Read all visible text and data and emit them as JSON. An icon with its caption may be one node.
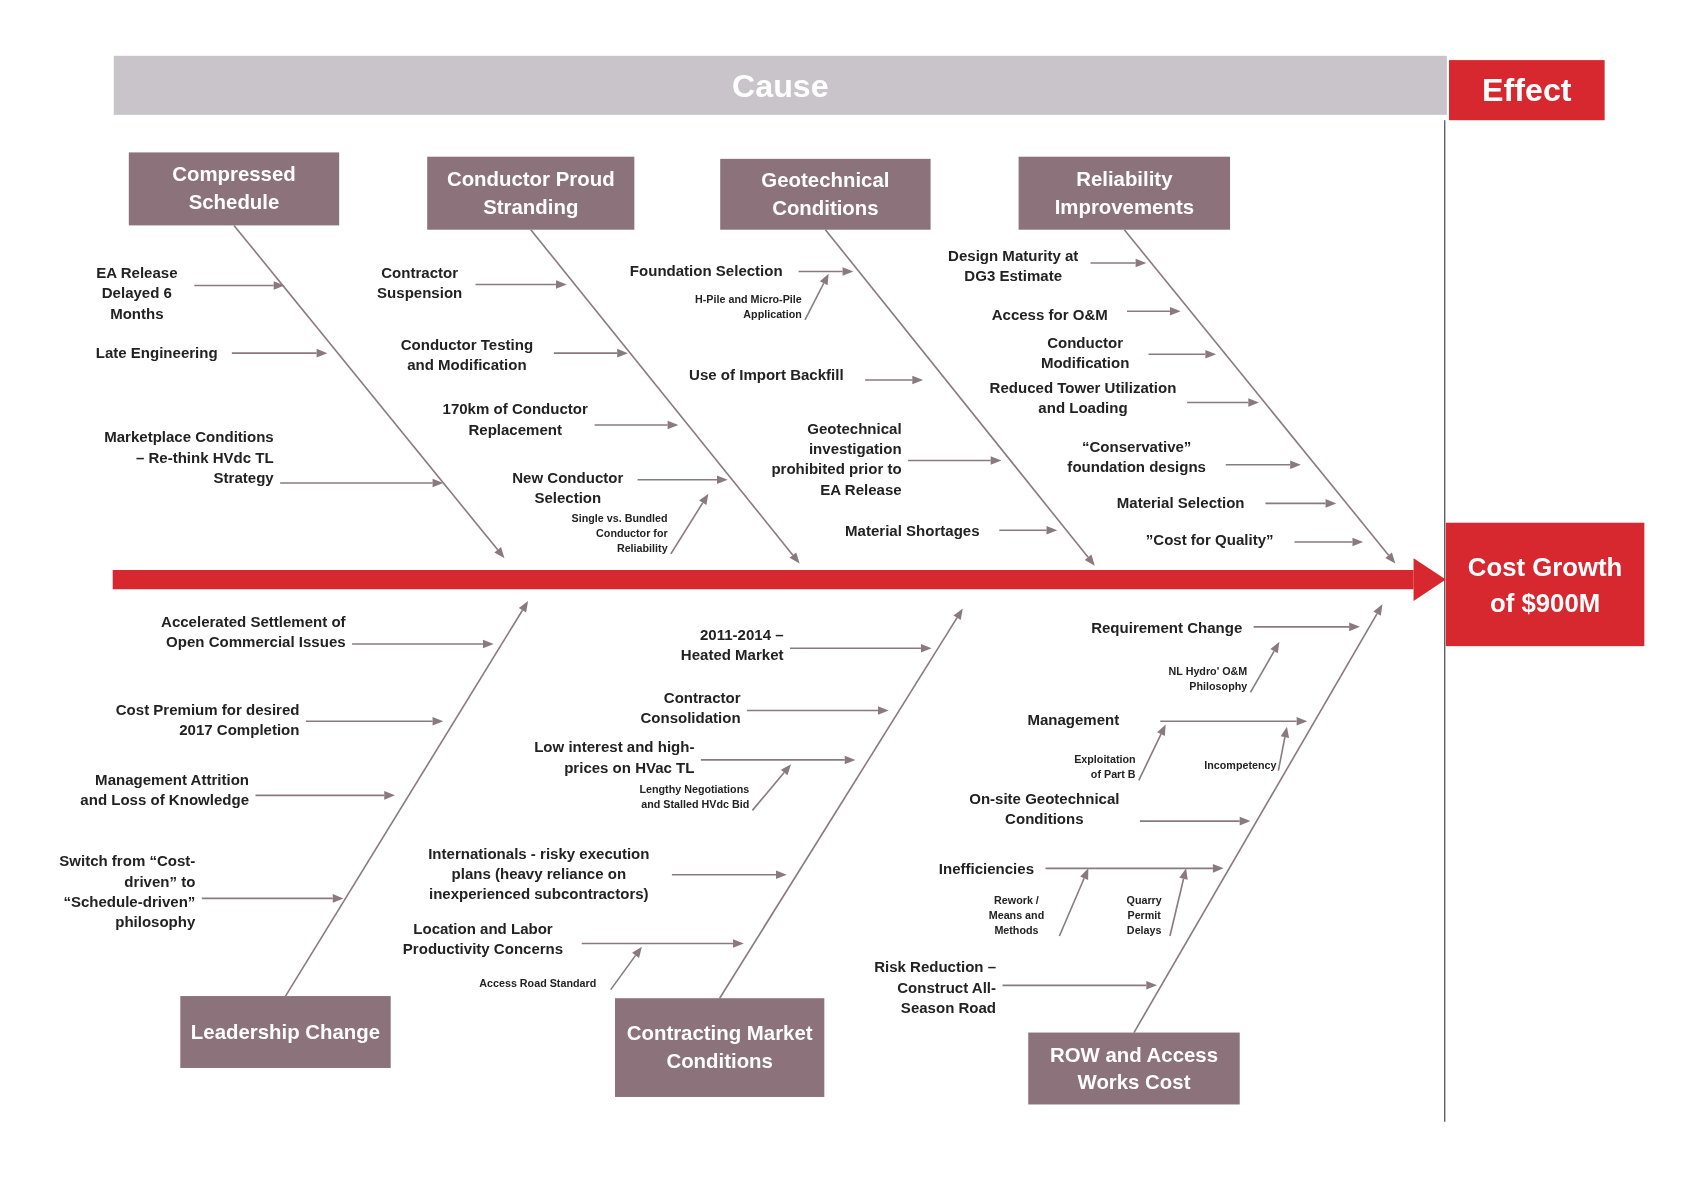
{
  "diagram": {
    "nodes": [
      {
        "text": [
          "Cause"
        ]
      },
      {
        "text": [
          "Effect"
        ]
      },
      {
        "text": [
          "Cost Growth of $900M"
        ]
      },
      {
        "text": [
          "Compressed Schedule"
        ]
      },
      {
        "text": [
          "EA Release Delayed 6 Months"
        ]
      },
      {
        "text": [
          "Late Engineering"
        ]
      },
      {
        "text": [
          "Marketplace Conditions – Re-think HVdc TL Strategy"
        ]
      },
      {
        "text": [
          "Conductor Proud Stranding"
        ]
      },
      {
        "text": [
          "Contractor Suspension"
        ]
      },
      {
        "text": [
          "Conductor Testing and Modification"
        ]
      },
      {
        "text": [
          "170km of Conductor Replacement"
        ]
      },
      {
        "text": [
          "New Conductor Selection"
        ]
      },
      {
        "text": [
          "Single vs. Bundled Conductor for Reliability"
        ]
      },
      {
        "text": [
          "Geotechnical Conditions"
        ]
      },
      {
        "text": [
          "Foundation Selection"
        ]
      },
      {
        "text": [
          "H-Pile and Micro-Pile Application"
        ]
      },
      {
        "text": [
          "Use of Import Backfill"
        ]
      },
      {
        "text": [
          "Geotechnical investigation prohibited prior to EA Release"
        ]
      },
      {
        "text": [
          "Material Shortages"
        ]
      },
      {
        "text": [
          "Reliability Improvements"
        ]
      },
      {
        "text": [
          "Design Maturity at DG3 Estimate"
        ]
      },
      {
        "text": [
          "Access for O&M"
        ]
      },
      {
        "text": [
          "Conductor Modification"
        ]
      },
      {
        "text": [
          "Reduced Tower Utilization and Loading"
        ]
      },
      {
        "text": [
          "“Conservative” foundation designs"
        ]
      },
      {
        "text": [
          "Material Selection"
        ]
      },
      {
        "text": [
          "”Cost for Quality”"
        ]
      },
      {
        "text": [
          "Leadership Change"
        ]
      },
      {
        "text": [
          "Accelerated Settlement of Open Commercial Issues"
        ]
      },
      {
        "text": [
          "Cost Premium for desired 2017 Completion"
        ]
      },
      {
        "text": [
          "Management Attrition and Loss of Knowledge"
        ]
      },
      {
        "text": [
          "Switch from “Cost-driven” to “Schedule-driven” philosophy"
        ]
      },
      {
        "text": [
          "Contracting Market Conditions"
        ]
      },
      {
        "text": [
          "2011-2014 – Heated Market"
        ]
      },
      {
        "text": [
          "Contractor Consolidation"
        ]
      },
      {
        "text": [
          "Low interest and high-prices on HVac TL"
        ]
      },
      {
        "text": [
          "Lengthy Negotiations and Stalled HVdc Bid"
        ]
      },
      {
        "text": [
          "Internationals - risky execution plans (heavy reliance on inexperienced subcontractors)"
        ]
      },
      {
        "text": [
          "Location and Labor Productivity Concerns"
        ]
      },
      {
        "text": [
          "Access Road Standard"
        ]
      },
      {
        "text": [
          "ROW and Access Works Cost"
        ]
      },
      {
        "text": [
          "Requirement Change"
        ]
      },
      {
        "text": [
          "NL Hydro' O&M Philosophy"
        ]
      },
      {
        "text": [
          "Management"
        ]
      },
      {
        "text": [
          "Exploitation of Part B"
        ]
      },
      {
        "text": [
          "Incompetency"
        ]
      },
      {
        "text": [
          "On-site Geotechnical Conditions"
        ]
      },
      {
        "text": [
          "Inefficiencies"
        ]
      },
      {
        "text": [
          "Rework / Means and Methods"
        ]
      },
      {
        "text": [
          "Quarry Permit Delays"
        ]
      },
      {
        "text": [
          "Risk Reduction – Construct All-Season Road"
        ]
      }
    ],
    "edges": [
      {
        "from": null,
        "to": 2,
        "arrow": "to",
        "style": "thick",
        "color": "#d7282f"
      },
      {
        "from": 3,
        "to": null,
        "arrow": "to"
      },
      {
        "from": 4,
        "to": null,
        "arrow": "to"
      },
      {
        "from": 5,
        "to": null,
        "arrow": "to"
      },
      {
        "from": 6,
        "to": null,
        "arrow": "to"
      },
      {
        "from": 7,
        "to": null,
        "arrow": "to"
      },
      {
        "from": 8,
        "to": null,
        "arrow": "to"
      },
      {
        "from": 9,
        "to": null,
        "arrow": "to"
      },
      {
        "from": 10,
        "to": null,
        "arrow": "to"
      },
      {
        "from": 11,
        "to": null,
        "arrow": "to"
      },
      {
        "from": 12,
        "to": null,
        "arrow": "to"
      },
      {
        "from": 13,
        "to": null,
        "arrow": "to"
      },
      {
        "from": 14,
        "to": null,
        "arrow": "to"
      },
      {
        "from": 15,
        "to": null,
        "arrow": "to"
      },
      {
        "from": 16,
        "to": null,
        "arrow": "to"
      },
      {
        "from": 17,
        "to": null,
        "arrow": "to"
      },
      {
        "from": 18,
        "to": null,
        "arrow": "to"
      },
      {
        "from": 19,
        "to": null,
        "arrow": "to"
      },
      {
        "from": 20,
        "to": null,
        "arrow": "to"
      },
      {
        "from": 21,
        "to": null,
        "arrow": "to"
      },
      {
        "from": 22,
        "to": null,
        "arrow": "to"
      },
      {
        "from": 23,
        "to": null,
        "arrow": "to"
      },
      {
        "from": 24,
        "to": null,
        "arrow": "to"
      },
      {
        "from": 25,
        "to": null,
        "arrow": "to"
      },
      {
        "from": 26,
        "to": null,
        "arrow": "to"
      },
      {
        "from": 27,
        "to": null,
        "arrow": "to"
      },
      {
        "from": 28,
        "to": null,
        "arrow": "to"
      },
      {
        "from": 29,
        "to": null,
        "arrow": "to"
      },
      {
        "from": 30,
        "to": null,
        "arrow": "to"
      },
      {
        "from": 31,
        "to": null,
        "arrow": "to"
      },
      {
        "from": 32,
        "to": null,
        "arrow": "to"
      },
      {
        "from": 33,
        "to": null,
        "arrow": "to"
      },
      {
        "from": 34,
        "to": null,
        "arrow": "to"
      },
      {
        "from": 35,
        "to": null,
        "arrow": "to"
      },
      {
        "from": 36,
        "to": null,
        "arrow": "to"
      },
      {
        "from": 37,
        "to": null,
        "arrow": "to"
      },
      {
        "from": 38,
        "to": null,
        "arrow": "to"
      },
      {
        "from": 39,
        "to": null,
        "arrow": "to"
      },
      {
        "from": 40,
        "to": null,
        "arrow": "to"
      },
      {
        "from": 41,
        "to": null,
        "arrow": "to"
      },
      {
        "from": 42,
        "to": null,
        "arrow": "to"
      },
      {
        "from": 43,
        "to": null,
        "arrow": "to"
      },
      {
        "from": 44,
        "to": null,
        "arrow": "to"
      },
      {
        "from": 45,
        "to": null,
        "arrow": "to"
      },
      {
        "from": 46,
        "to": null,
        "arrow": "to"
      },
      {
        "from": 47,
        "to": null,
        "arrow": "to"
      },
      {
        "from": 48,
        "to": null,
        "arrow": "to"
      },
      {
        "from": 49,
        "to": null,
        "arrow": "to"
      },
      {
        "from": 50,
        "to": null,
        "arrow": "to"
      }
    ]
  }
}
